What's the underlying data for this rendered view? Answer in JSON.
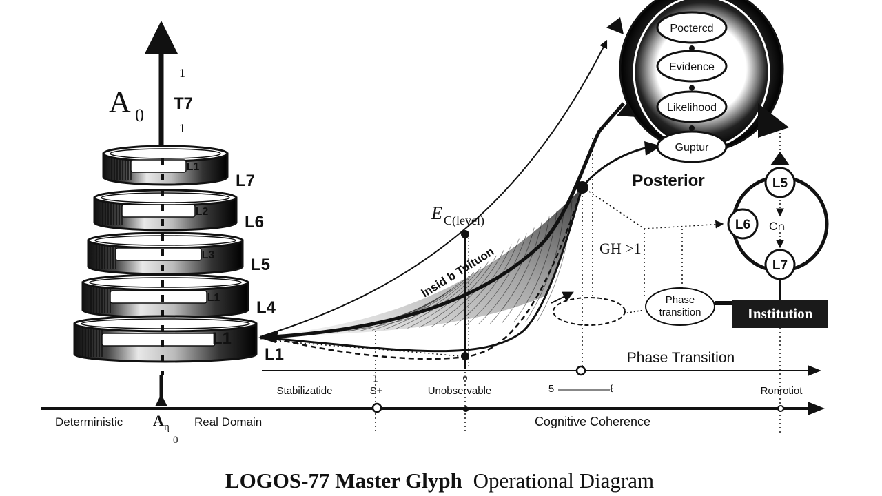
{
  "title": {
    "main": "LOGOS-77 Master Glyph",
    "sub": "Operational Diagram"
  },
  "left_axis": {
    "symbol": "A",
    "subscript": "0",
    "tick_top": "1",
    "tick_label": "T7",
    "tick_bottom": "1"
  },
  "stack": {
    "disk_labels": [
      "L1",
      "L2",
      "L3",
      "L1",
      "L1"
    ],
    "side_labels": [
      "L7",
      "L6",
      "L5",
      "L4",
      "L1"
    ]
  },
  "curve": {
    "point_label_main": "E",
    "point_label_sub": "C(level)",
    "along_label": "lnsid b Tuituon",
    "threshold_label": "GH >1"
  },
  "bayes_chain": {
    "nodes": [
      "Poctercd",
      "Evidence",
      "Likelihood",
      "Guptur"
    ],
    "output_label": "Posterior"
  },
  "cycle": {
    "nodes": [
      "L5",
      "L6",
      "L7"
    ],
    "inner_label": "C∩"
  },
  "phase_node": "Phase transition",
  "institution_label": "Institution",
  "upper_axis": {
    "label": "Phase Transition",
    "ticks": [
      "1",
      "o",
      "5",
      "ℓ"
    ]
  },
  "lower_axis": {
    "label": "Cognitive Coherence",
    "upper_labels": [
      "Stabilizatide",
      "S+",
      "Unobservable",
      "Ronrotiot"
    ],
    "left_label": "Deterministic",
    "origin_symbol": "A",
    "origin_sub_1": "η",
    "origin_sub_2": "0",
    "real_domain": "Real Domain"
  },
  "colors": {
    "ink": "#111111",
    "paper": "#ffffff",
    "label_box": "#1a1a1a"
  }
}
